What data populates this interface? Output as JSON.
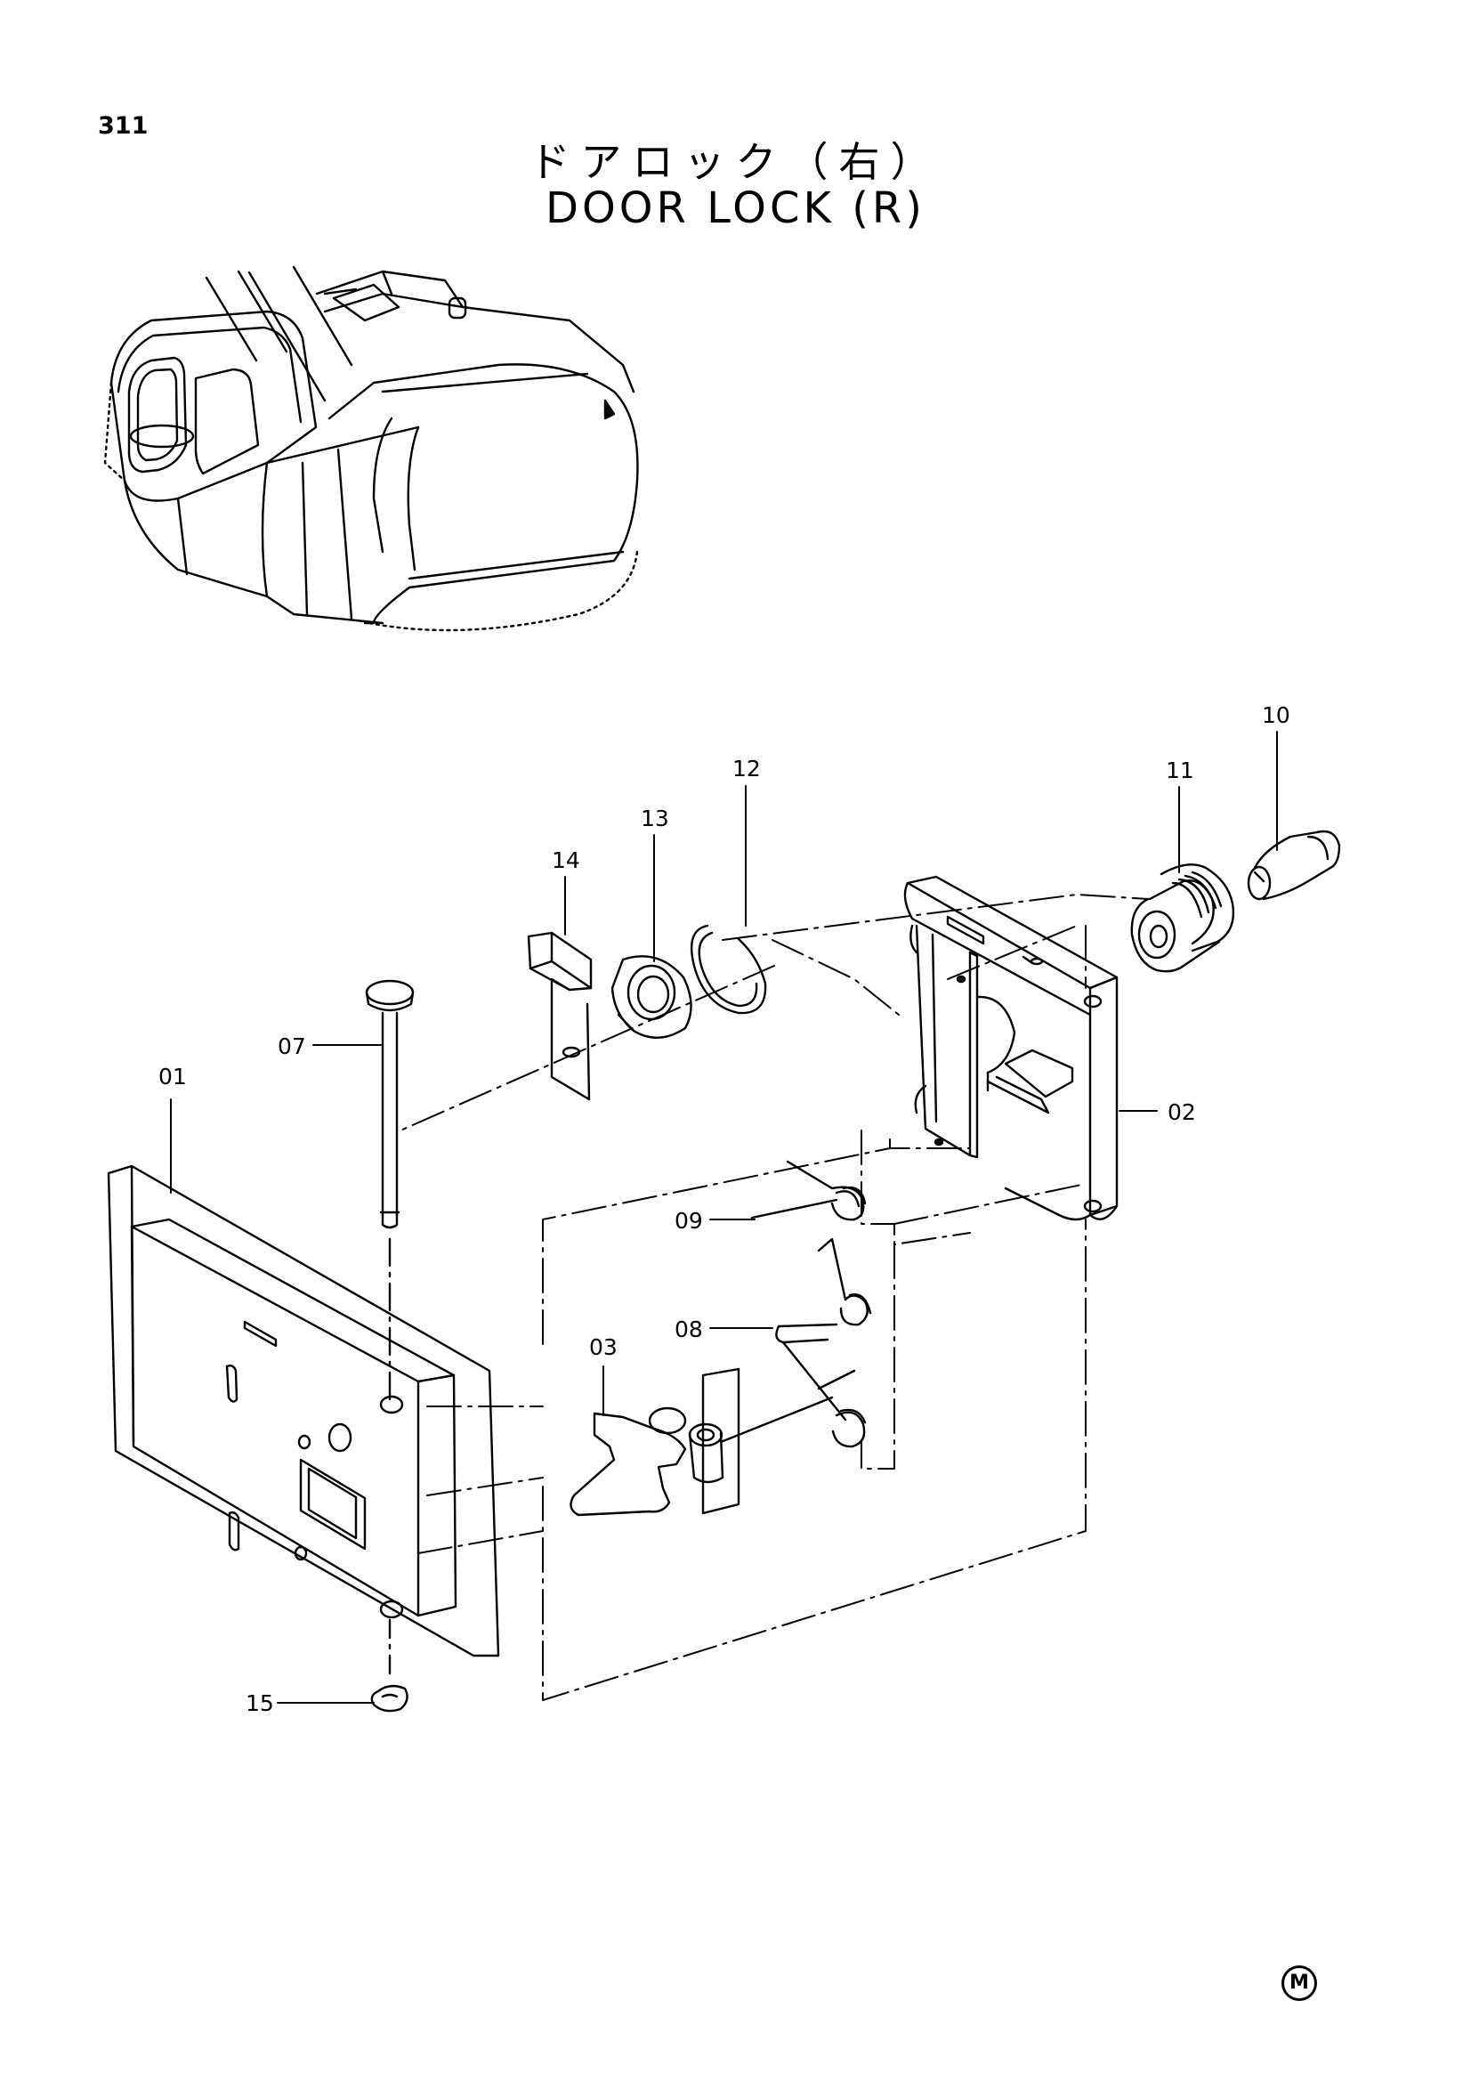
{
  "page_number": "311",
  "title_jp": "ドアロック（右）",
  "title_en": "DOOR LOCK (R)",
  "callouts": [
    {
      "id": "c01",
      "label": "01"
    },
    {
      "id": "c02",
      "label": "02"
    },
    {
      "id": "c03",
      "label": "03"
    },
    {
      "id": "c07",
      "label": "07"
    },
    {
      "id": "c08",
      "label": "08"
    },
    {
      "id": "c09",
      "label": "09"
    },
    {
      "id": "c10",
      "label": "10"
    },
    {
      "id": "c11",
      "label": "11"
    },
    {
      "id": "c12",
      "label": "12"
    },
    {
      "id": "c13",
      "label": "13"
    },
    {
      "id": "c14",
      "label": "14"
    },
    {
      "id": "c15",
      "label": "15"
    }
  ],
  "corner_mark": "M"
}
